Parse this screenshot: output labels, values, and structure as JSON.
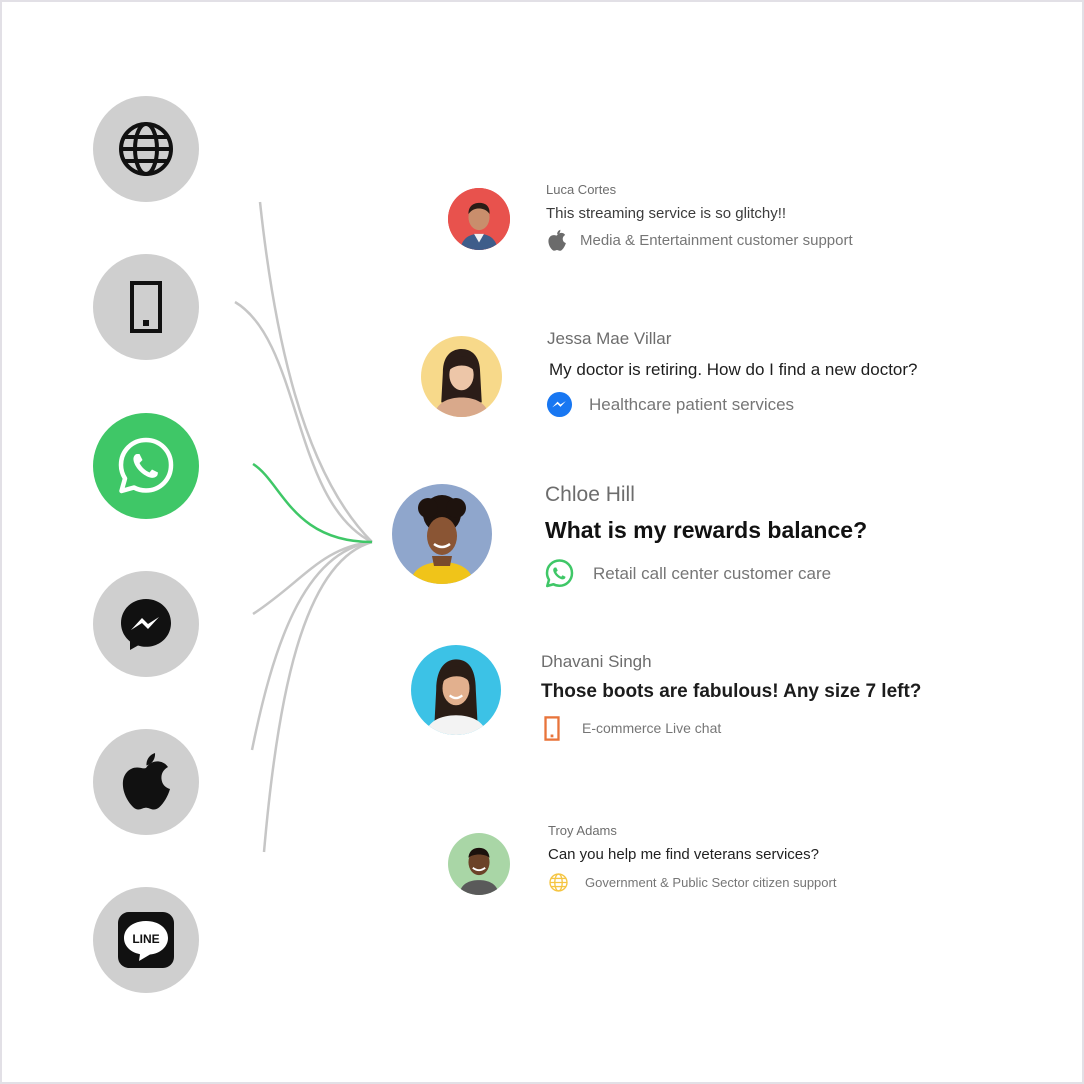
{
  "channels": [
    {
      "id": "web",
      "icon": "globe-icon"
    },
    {
      "id": "mobile",
      "icon": "mobile-phone-icon"
    },
    {
      "id": "whatsapp",
      "icon": "whatsapp-icon",
      "active": true,
      "color": "#3fc767"
    },
    {
      "id": "messenger",
      "icon": "messenger-icon"
    },
    {
      "id": "apple",
      "icon": "apple-icon"
    },
    {
      "id": "line",
      "icon": "line-icon",
      "label": "LINE"
    }
  ],
  "conversations": [
    {
      "name": "Luca Cortes",
      "message": "This streaming service is so glitchy!!",
      "channel_icon": "apple-icon",
      "context": "Media & Entertainment customer support"
    },
    {
      "name": "Jessa Mae Villar",
      "message": "My doctor is retiring. How do I find a new doctor?",
      "channel_icon": "messenger-icon",
      "context": "Healthcare patient services"
    },
    {
      "name": "Chloe Hill",
      "message": "What is my rewards balance?",
      "channel_icon": "whatsapp-icon",
      "context": "Retail call center customer care",
      "highlighted": true
    },
    {
      "name": "Dhavani Singh",
      "message": "Those boots are fabulous! Any size 7 left?",
      "channel_icon": "mobile-phone-icon",
      "context": "E-commerce Live chat"
    },
    {
      "name": "Troy Adams",
      "message": "Can you help me find veterans services?",
      "channel_icon": "globe-icon",
      "context": "Government & Public Sector citizen support"
    }
  ],
  "colors": {
    "channel_bg": "#cfcfcf",
    "active": "#3fc767",
    "messenger": "#1877f2",
    "mobile_accent": "#e8743b",
    "globe_accent": "#f5c542",
    "line_curves": "#c4c4c4"
  }
}
